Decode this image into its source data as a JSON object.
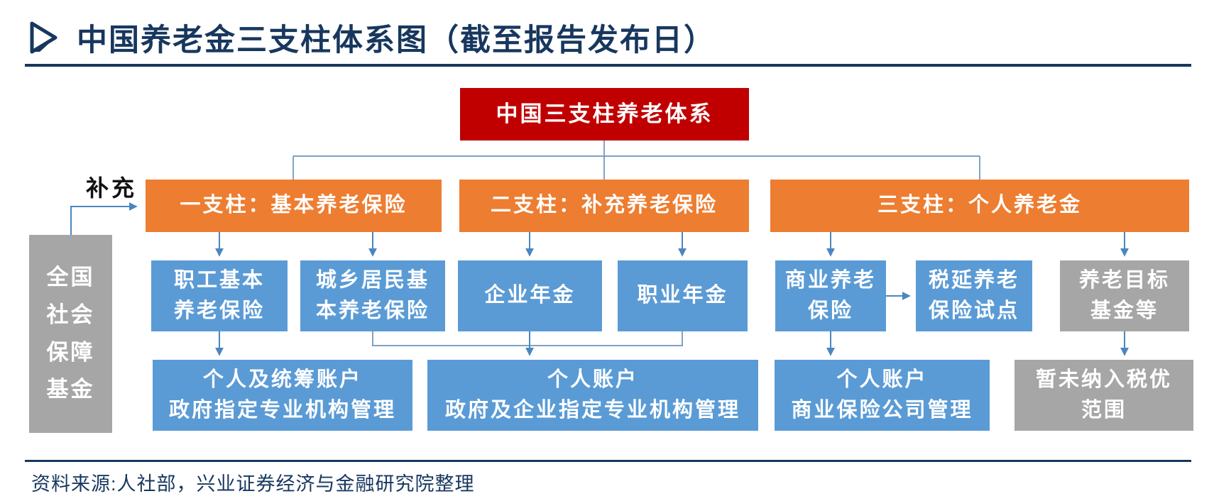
{
  "header": {
    "title": "中国养老金三支柱体系图（截至报告发布日）"
  },
  "root": {
    "label": "中国三支柱养老体系"
  },
  "pillars": [
    {
      "label": "一支柱：基本养老保险"
    },
    {
      "label": "二支柱：补充养老保险"
    },
    {
      "label": "三支柱：个人养老金"
    }
  ],
  "supplement": {
    "label": "补充"
  },
  "nssf": {
    "line1": "全国",
    "line2": "社会",
    "line3": "保障",
    "line4": "基金"
  },
  "level2": {
    "employee_basic": {
      "line1": "职工基本",
      "line2": "养老保险"
    },
    "urban_rural_basic": {
      "line1": "城乡居民基",
      "line2": "本养老保险"
    },
    "enterprise_annuity": {
      "label": "企业年金"
    },
    "occupational_annuity": {
      "label": "职业年金"
    },
    "commercial_pension": {
      "line1": "商业养老",
      "line2": "保险"
    },
    "tax_deferred_pilot": {
      "line1": "税延养老",
      "line2": "保险试点"
    },
    "target_funds": {
      "line1": "养老目标",
      "line2": "基金等"
    }
  },
  "level3": {
    "pillar1_account": {
      "line1": "个人及统筹账户",
      "line2": "政府指定专业机构管理"
    },
    "pillar2_account": {
      "line1": "个人账户",
      "line2": "政府及企业指定专业机构管理"
    },
    "pillar3_account": {
      "line1": "个人账户",
      "line2": "商业保险公司管理"
    },
    "not_in_tax_scope": {
      "line1": "暂未纳入税优",
      "line2": "范围"
    }
  },
  "footer": {
    "source": "资料来源:人社部，兴业证券经济与金融研究院整理"
  },
  "colors": {
    "title_navy": "#17375E",
    "root_red": "#C00000",
    "pillar_orange": "#ED7D31",
    "node_blue": "#5B9BD5",
    "node_gray": "#A6A6A6",
    "connector_blue": "#4A86C2"
  }
}
